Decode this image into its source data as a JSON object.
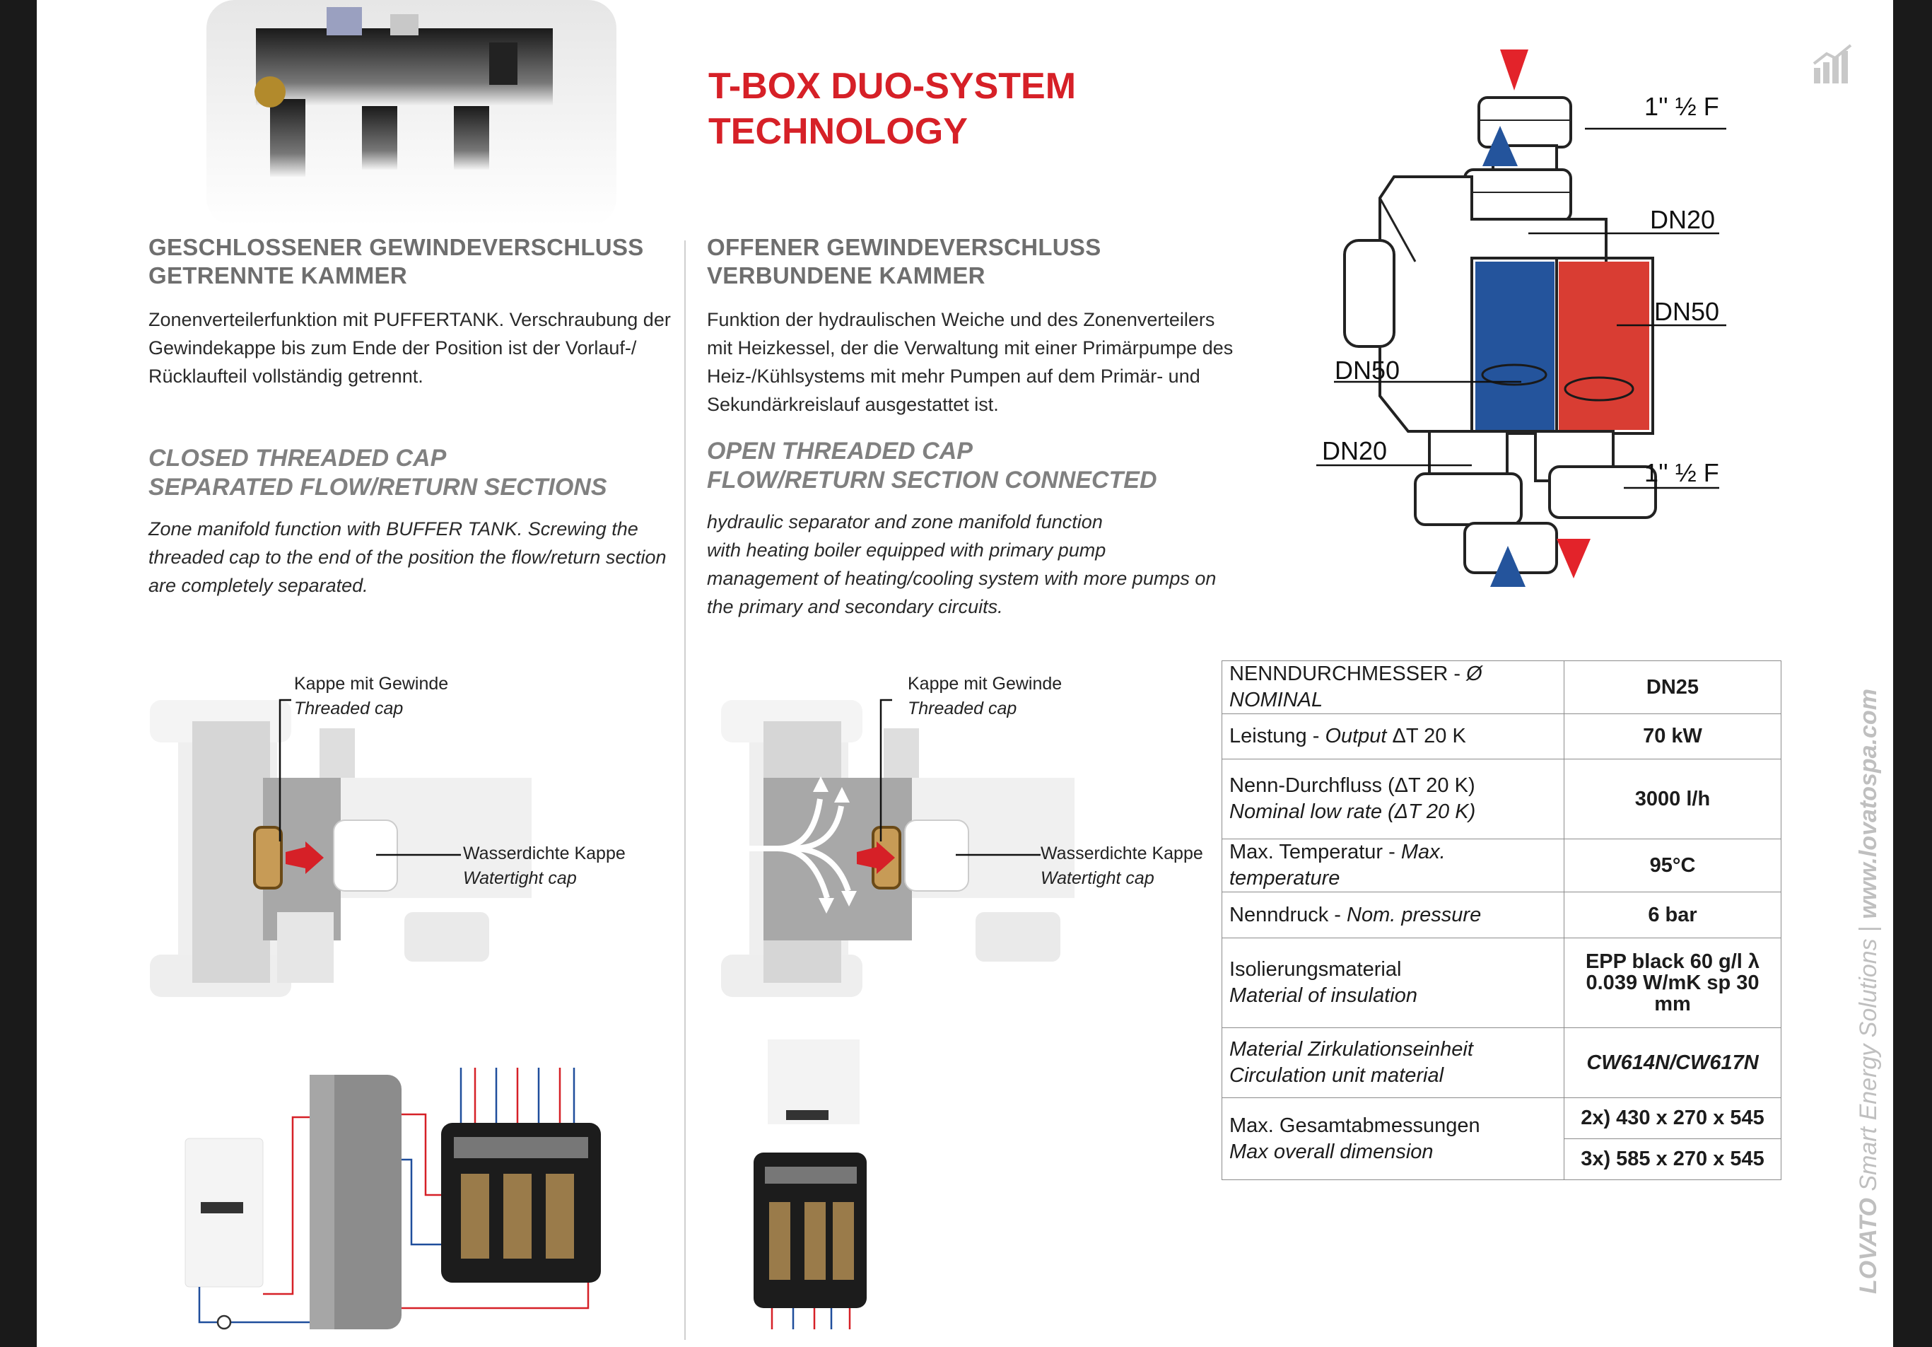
{
  "title": {
    "line1": "T-BOX DUO-SYSTEM",
    "line2": "TECHNOLOGY"
  },
  "closed": {
    "heading_de": [
      "GESCHLOSSENER GEWINDEVERSCHLUSS",
      "GETRENNTE KAMMER"
    ],
    "body_de": [
      "Zonenverteilerfunktion mit PUFFERTANK. Verschraubung der",
      "Gewindekappe bis zum Ende der Position ist der Vorlauf-/",
      "Rücklaufteil vollständig getrennt."
    ],
    "heading_en": [
      "CLOSED THREADED CAP",
      "SEPARATED FLOW/RETURN SECTIONS"
    ],
    "body_en": [
      "Zone manifold function with BUFFER TANK. Screwing the",
      "threaded cap to the end of the position the flow/return section",
      "are completely separated."
    ]
  },
  "open": {
    "heading_de": [
      "OFFENER GEWINDEVERSCHLUSS",
      "VERBUNDENE KAMMER"
    ],
    "body_de": [
      "Funktion der hydraulischen Weiche und des Zonenverteilers",
      "mit Heizkessel, der die Verwaltung mit einer Primärpumpe des",
      "Heiz-/Kühlsystems mit mehr Pumpen auf dem Primär- und",
      "Sekundärkreislauf ausgestattet ist."
    ],
    "heading_en": [
      "OPEN THREADED CAP",
      "FLOW/RETURN SECTION CONNECTED"
    ],
    "body_en": [
      "hydraulic separator and zone manifold function",
      "with heating boiler equipped with primary  pump",
      "management of heating/cooling system with more pumps on",
      "the primary and secondary circuits."
    ]
  },
  "callouts": {
    "cap_de": "Kappe mit Gewinde",
    "cap_en": "Threaded cap",
    "watertight_de": "Wasserdichte Kappe",
    "watertight_en": "Watertight cap"
  },
  "diagram_labels": {
    "top_thread": "1'' ½ F",
    "dn20_top": "DN20",
    "dn50_right": "DN50",
    "dn50_left": "DN50",
    "dn20_left": "DN20",
    "bottom_thread": "1'' ½ F"
  },
  "spec_table": [
    {
      "de": "NENNDURCHMESSER",
      "sep": " - ",
      "en": "Ø NOMINAL",
      "value": "DN25"
    },
    {
      "de": "Leistung",
      "sep": " - ",
      "en": "Output",
      "suffix": " ΔT 20 K",
      "value": "70 kW"
    },
    {
      "de": "Nenn-Durchfluss (ΔT 20 K)",
      "en": "Nominal low rate (ΔT 20 K)",
      "value": "3000 l/h"
    },
    {
      "de": "Max. Temperatur",
      "sep": "  - ",
      "en": "Max. temperature",
      "value": "95°C"
    },
    {
      "de": "Nenndruck",
      "sep": "  - ",
      "en": "Nom. pressure",
      "value": "6 bar"
    },
    {
      "de": "Isolierungsmaterial",
      "en": "Material of insulation",
      "value_lines": [
        "EPP black 60 g/l λ",
        "0.039 W/mK sp 30",
        "mm"
      ]
    },
    {
      "de": "Material Zirkulationseinheit",
      "en": "Circulation unit material",
      "value": "CW614N/CW617N"
    },
    {
      "de": "Max. Gesamtabmessungen",
      "en": "Max overall dimension",
      "value_a": "2x)  430 x 270 x 545",
      "value_b": "3x)  585 x 270 x 545"
    }
  ],
  "side_brand": {
    "brand": "LOVATO",
    "tagline": " Smart Energy Solutions ",
    "sep": "|",
    "url": " www.lovatospa.com"
  },
  "colors": {
    "red": "#d62027",
    "blue": "#1f4e9c",
    "flow_red": "#d93d33",
    "flow_blue": "#24549c"
  }
}
